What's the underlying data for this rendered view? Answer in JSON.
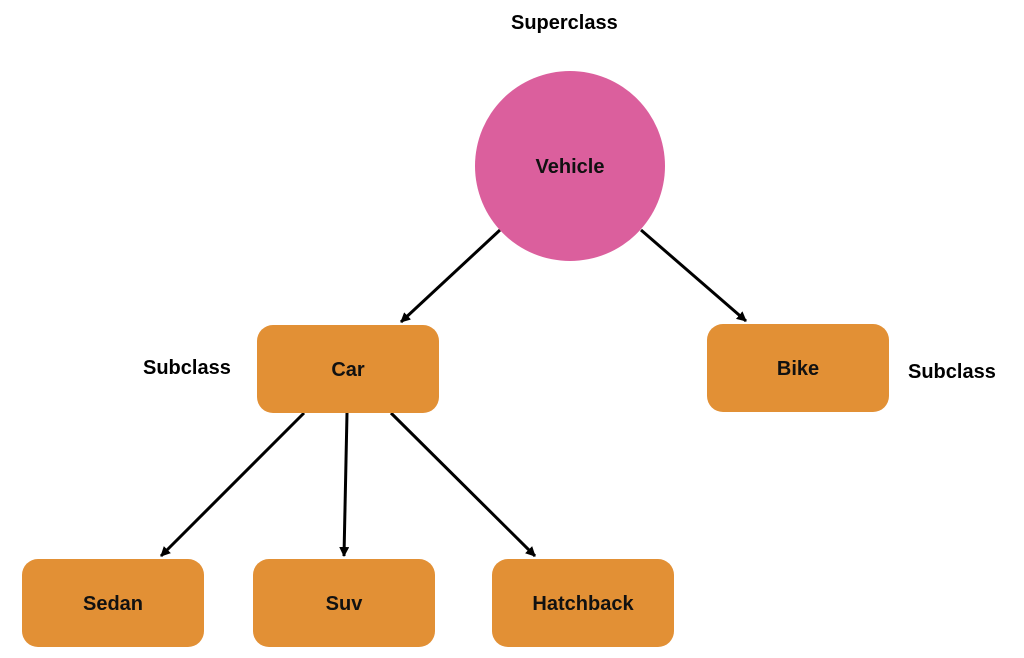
{
  "colors": {
    "superclass_fill": "#DB5F9D",
    "subclass_fill": "#E29035",
    "edge": "#000000",
    "text": "#111111"
  },
  "annotations": {
    "superclass": "Superclass",
    "subclass_left": "Subclass",
    "subclass_right": "Subclass"
  },
  "nodes": [
    {
      "id": "vehicle",
      "label": "Vehicle",
      "shape": "circle",
      "role": "superclass"
    },
    {
      "id": "car",
      "label": "Car",
      "shape": "rounded-rect",
      "role": "subclass"
    },
    {
      "id": "bike",
      "label": "Bike",
      "shape": "rounded-rect",
      "role": "subclass"
    },
    {
      "id": "sedan",
      "label": "Sedan",
      "shape": "rounded-rect",
      "role": "subclass"
    },
    {
      "id": "suv",
      "label": "Suv",
      "shape": "rounded-rect",
      "role": "subclass"
    },
    {
      "id": "hatchback",
      "label": "Hatchback",
      "shape": "rounded-rect",
      "role": "subclass"
    }
  ],
  "edges": [
    {
      "from": "vehicle",
      "to": "car"
    },
    {
      "from": "vehicle",
      "to": "bike"
    },
    {
      "from": "car",
      "to": "sedan"
    },
    {
      "from": "car",
      "to": "suv"
    },
    {
      "from": "car",
      "to": "hatchback"
    }
  ]
}
